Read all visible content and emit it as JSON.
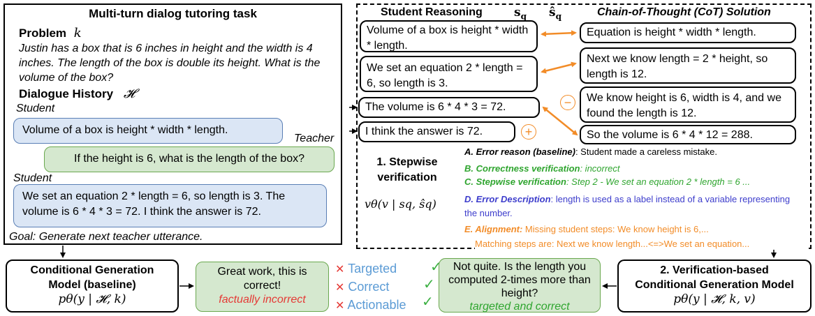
{
  "left_panel": {
    "title": "Multi-turn dialog tutoring task",
    "problem_label": "Problem",
    "problem_symbol": "k",
    "problem_text": "Justin has a box that is 6 inches in height and the width is 4 inches. The length of the box is double its height. What is the volume of the box?",
    "history_label": "Dialogue History",
    "history_symbol": "𝓗",
    "student_label_1": "Student",
    "student_msg_1": "Volume of a box is height * width * length.",
    "teacher_label": "Teacher",
    "teacher_msg": "If the height is 6, what is the length of the box?",
    "student_label_2": "Student",
    "student_msg_2": "We set an equation 2 * length = 6, so length is 3. The volume is 6 * 4 * 3 = 72. I think the answer is 72.",
    "goal": "Goal: Generate next teacher utterance."
  },
  "right_panel": {
    "student_header": "Student Reasoning",
    "sq": "s",
    "sq_sub": "q",
    "sq_hat": "ŝ",
    "sq_hat_sub": "q",
    "cot_header": "Chain-of-Thought (CoT) Solution",
    "student_steps": [
      "Volume of a box is height * width * length.",
      "We set an equation 2 * length = 6, so length is 3.",
      "The volume is 6 * 4 * 3 = 72.",
      "I think the answer is 72."
    ],
    "cot_steps": [
      "Equation is height * width * length.",
      "Next we know length = 2 * height, so length is 12.",
      "We know height is 6, width is 4, and we found the length is 12.",
      "So the volume is 6 * 4 * 12 = 288."
    ],
    "minus_symbol": "−",
    "plus_symbol": "+",
    "stepwise_title": "1. Stepwise verification",
    "verifier_formula": "vθ(v | sq, ŝq)",
    "error_reason_label": "A. Error reason (baseline)",
    "error_reason_text": ": Student made a careless mistake.",
    "correctness_label": "B. Correctness verification",
    "correctness_text": ": incorrect",
    "stepwise_label": "C. Stepwise verification",
    "stepwise_text": ": Step 2 - We set an equation 2 * length = 6 ...",
    "error_desc_label": "D. Error Description",
    "error_desc_text": ": length is used as a label instead of a variable representing the number.",
    "alignment_label": "E. Alignment:",
    "alignment_text": " Missing student steps: We know height is 6,...",
    "matching_text": "Matching steps are: Next we know length...<=>We set an equation...",
    "colors": {
      "A": "#000000",
      "B": "#2fa52f",
      "C": "#2fa52f",
      "D": "#3d3dcc",
      "E": "#f28c28",
      "arrow": "#f28c28"
    }
  },
  "bottom": {
    "baseline_model_line1": "Conditional Generation",
    "baseline_model_line2": "Model (baseline)",
    "baseline_formula": "pθ(y | 𝓗, k)",
    "baseline_output": "Great work, this is correct!",
    "baseline_note": "factually incorrect",
    "criteria": [
      "Targeted",
      "Correct",
      "Actionable"
    ],
    "verified_output": "Not quite. Is the length you computed 2-times more than height?",
    "verified_note": "targeted and correct",
    "verified_model_line1": "2. Verification-based",
    "verified_model_line2": "Conditional Generation Model",
    "verified_formula": "pθ(y | 𝓗, k, v)",
    "colors": {
      "cross": "#e53935",
      "check": "#3cb043",
      "criteria": "#5b9bd5",
      "bad_note": "#e53935",
      "good_note": "#2fa52f"
    }
  }
}
